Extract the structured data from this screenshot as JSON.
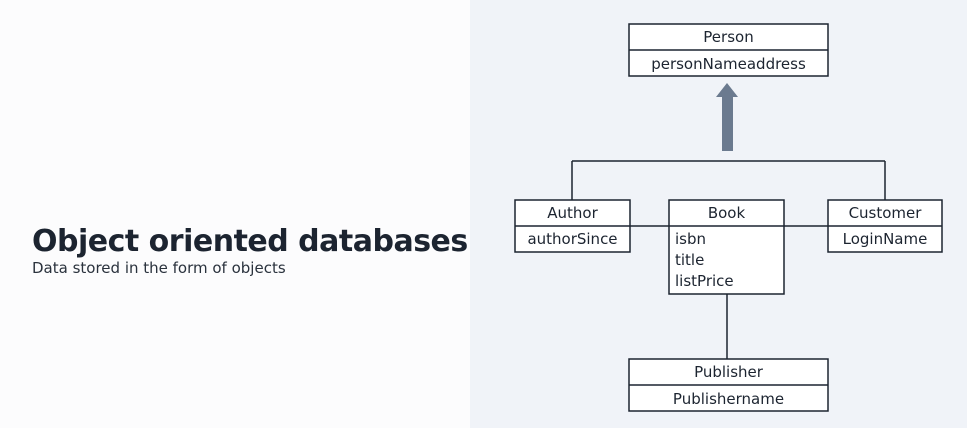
{
  "slide": {
    "title": "Object oriented databases",
    "subtitle": "Data stored in the form of objects"
  },
  "diagram": {
    "classes": {
      "person": {
        "name": "Person",
        "attributes": [
          "personNameaddress"
        ]
      },
      "author": {
        "name": "Author",
        "attributes": [
          "authorSince"
        ]
      },
      "book": {
        "name": "Book",
        "attributes": [
          "isbn",
          "title",
          "listPrice"
        ]
      },
      "customer": {
        "name": "Customer",
        "attributes": [
          "LoginName"
        ]
      },
      "publisher": {
        "name": "Publisher",
        "attributes": [
          "Publishername"
        ]
      }
    }
  },
  "colors": {
    "background_left": "#fcfcfd",
    "background_right": "#f0f3f8",
    "line": "#1c2430",
    "arrow": "#6b7a8f"
  }
}
